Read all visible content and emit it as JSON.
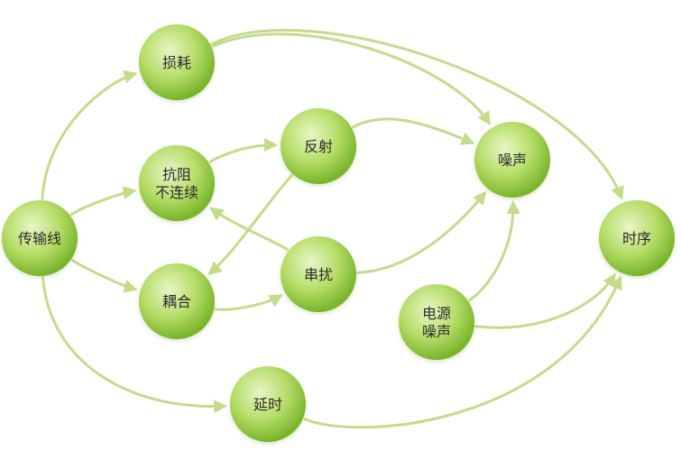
{
  "nodes": [
    {
      "id": "transmission_line",
      "lines": [
        "传输线"
      ]
    },
    {
      "id": "loss",
      "lines": [
        "损耗"
      ]
    },
    {
      "id": "impedance_discontinuity",
      "lines": [
        "抗阻",
        "不连续"
      ]
    },
    {
      "id": "coupling",
      "lines": [
        "耦合"
      ]
    },
    {
      "id": "reflection",
      "lines": [
        "反射"
      ]
    },
    {
      "id": "crosstalk",
      "lines": [
        "串扰"
      ]
    },
    {
      "id": "noise",
      "lines": [
        "噪声"
      ]
    },
    {
      "id": "power_noise",
      "lines": [
        "电源",
        "噪声"
      ]
    },
    {
      "id": "delay",
      "lines": [
        "延时"
      ]
    },
    {
      "id": "timing",
      "lines": [
        "时序"
      ]
    }
  ],
  "edges": [
    {
      "from": "transmission_line",
      "to": "loss"
    },
    {
      "from": "transmission_line",
      "to": "impedance_discontinuity"
    },
    {
      "from": "transmission_line",
      "to": "coupling"
    },
    {
      "from": "transmission_line",
      "to": "delay"
    },
    {
      "from": "loss",
      "to": "noise"
    },
    {
      "from": "loss",
      "to": "timing"
    },
    {
      "from": "impedance_discontinuity",
      "to": "reflection"
    },
    {
      "from": "reflection",
      "to": "noise"
    },
    {
      "from": "reflection",
      "to": "coupling"
    },
    {
      "from": "crosstalk",
      "to": "impedance_discontinuity"
    },
    {
      "from": "coupling",
      "to": "crosstalk"
    },
    {
      "from": "crosstalk",
      "to": "noise"
    },
    {
      "from": "power_noise",
      "to": "noise"
    },
    {
      "from": "power_noise",
      "to": "timing"
    },
    {
      "from": "delay",
      "to": "timing"
    }
  ],
  "colors": {
    "node_center": "#e8f6c6",
    "node_mid": "#b6dd68",
    "node_edge": "#79b42a",
    "edge": "#c3dc8a",
    "label": "#2b2b2b"
  }
}
